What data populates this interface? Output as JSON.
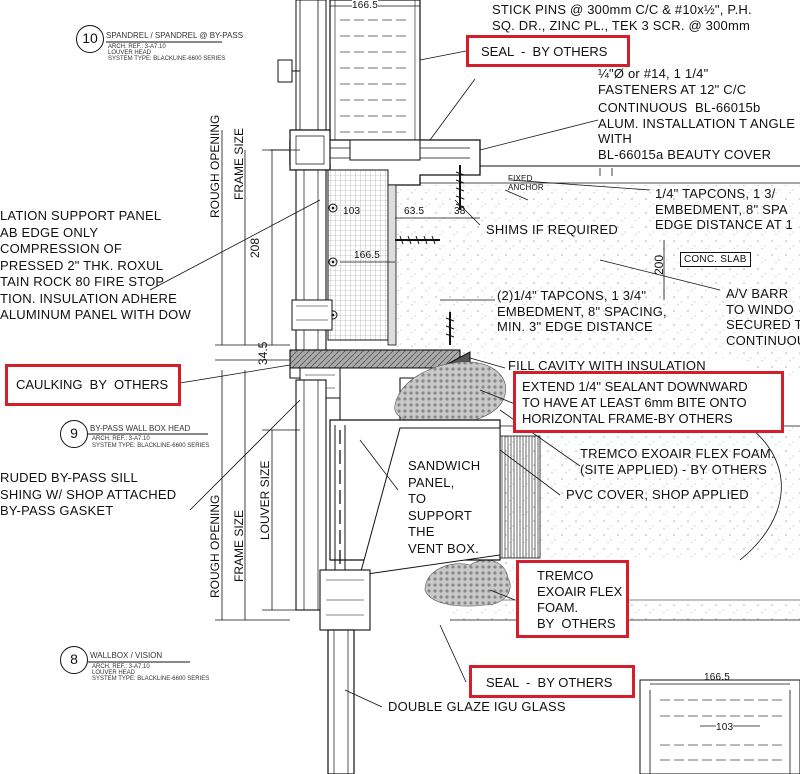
{
  "detail_10": {
    "number": "10",
    "title": "SPANDREL / SPANDREL @ BY-PASS",
    "sub1": "ARCH. REF.: 3-A7.10",
    "sub2": "LOUVER HEAD",
    "sub3": "SYSTEM TYPE: BLACKLINE-6600 SERIES"
  },
  "detail_9": {
    "number": "9",
    "title": "BY-PASS WALL BOX HEAD",
    "sub1": "ARCH. REF.: 3-A7.10",
    "sub2": "",
    "sub3": "SYSTEM TYPE: BLACKLINE-6600 SERIES"
  },
  "detail_8": {
    "number": "8",
    "title": "WALLBOX / VISION",
    "sub1": "ARCH. REF.: 3-A7.10",
    "sub2": "LOUVER HEAD",
    "sub3": "SYSTEM TYPE: BLACKLINE-6600 SERIES"
  },
  "notes": {
    "stick_pins": "STICK PINS @ 300mm C/C & #10x½\", P.H.\nSQ. DR., ZINC PL., TEK 3 SCR. @ 300mm",
    "fasteners": "¼\"Ø or #14, 1 1/4\"\nFASTENERS AT 12\" C/C",
    "continuous": "CONTINUOUS  BL-66015b\nALUM. INSTALLATION T ANGLE\nWITH\nBL-66015a BEAUTY COVER",
    "fixed_anchor": "FIXED\nANCHOR",
    "tapcons_right": "1/4\" TAPCONS, 1 3/\nEMBEDMENT, 8\" SPA\nEDGE DISTANCE AT 1",
    "shims": "SHIMS IF REQUIRED",
    "conc_slab": "CONC. SLAB",
    "av_barrier": "A/V BARR\nTO WINDO\nSECURED T\nCONTINUOU",
    "tapcons_center": "(2)1/4\" TAPCONS, 1 3/4\"\nEMBEDMENT, 8\" SPACING,\nMIN. 3\" EDGE DISTANCE",
    "fill_cavity": "FILL CAVITY WITH INSULATION",
    "tremco_site": "TREMCO EXOAIR FLEX FOAM.\n(SITE APPLIED) - BY OTHERS",
    "pvc_cover": "PVC COVER, SHOP APPLIED",
    "sandwich": "SANDWICH\nPANEL,\nTO\nSUPPORT\nTHE\nVENT BOX.",
    "double_glaze": "DOUBLE GLAZE IGU GLASS",
    "left_insulation": "LATION SUPPORT PANEL\nAB EDGE ONLY\nCOMPRESSION OF\nPRESSED 2\" THK. ROXUL\nTAIN ROCK 80 FIRE STOP\nTION. INSULATION ADHERE\nALUMINUM PANEL WITH DOW",
    "left_sill": "RUDED BY-PASS SILL\nSHING W/ SHOP ATTACHED\nBY-PASS GASKET"
  },
  "callouts": {
    "seal_top": "SEAL  -  BY OTHERS",
    "caulking": "CAULKING  BY  OTHERS",
    "extend": "EXTEND 1/4\" SEALANT DOWNWARD\nTO HAVE AT LEAST 6mm BITE ONTO\nHORIZONTAL FRAME-BY OTHERS",
    "tremco_box": "TREMCO\nEXOAIR FLEX\nFOAM.\nBY  OTHERS",
    "seal_bottom": "SEAL  -  BY OTHERS"
  },
  "dimensions": {
    "d166_top": "166.5",
    "d103": "103",
    "d63_5": "63.5",
    "d38": "38",
    "d166_mid": "166.5",
    "d208": "208",
    "d34_5": "34.5",
    "d200": "200",
    "d166_bottom": "166.5",
    "d103_bottom": "103"
  },
  "side_labels": {
    "rough_opening_top": "ROUGH OPENING",
    "frame_size_top": "FRAME SIZE",
    "rough_opening_bottom": "ROUGH OPENING",
    "frame_size_bottom": "FRAME SIZE",
    "louver_size": "LOUVER SIZE"
  },
  "colors": {
    "callout_border": "#d51e2b",
    "line": "#111111"
  }
}
